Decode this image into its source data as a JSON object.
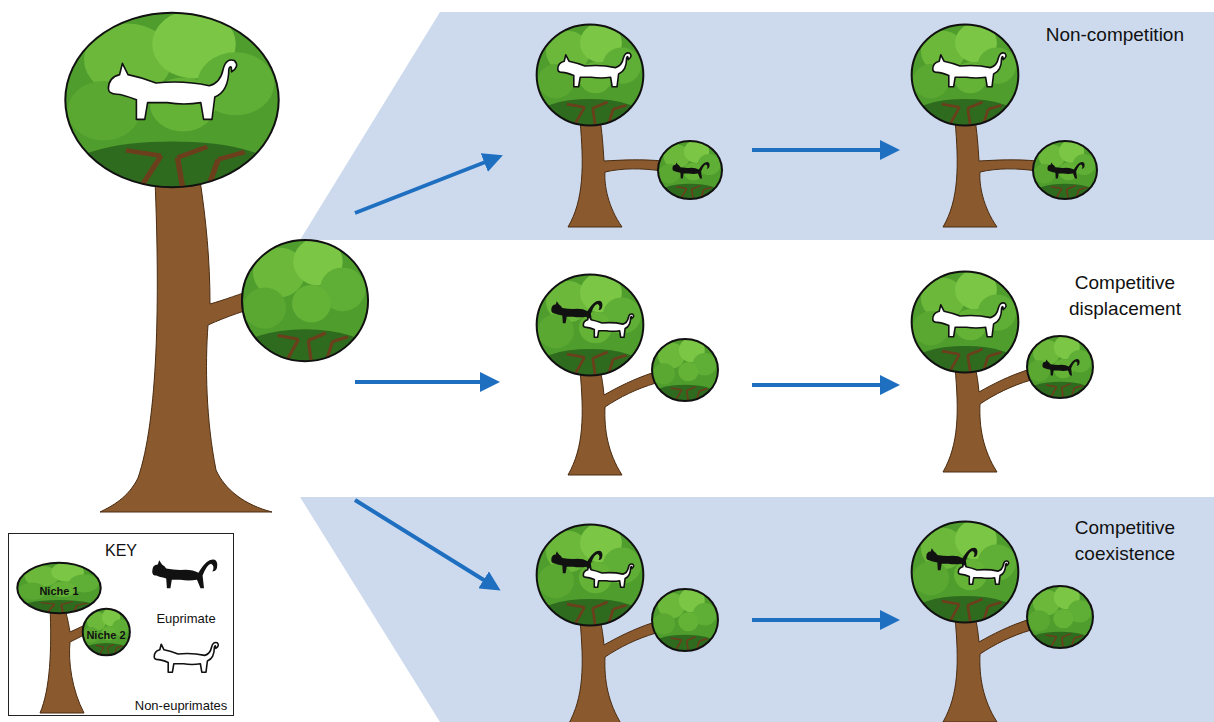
{
  "diagram": {
    "nodes": [
      {
        "text": [
          "Non-competition"
        ]
      },
      {
        "text": [
          "Competitive coexistence"
        ]
      },
      {
        "text": [
          "KEY"
        ]
      },
      {
        "text": [
          "Niche 1"
        ],
        "in": 2
      },
      {
        "text": [
          "Niche 2"
        ],
        "in": 2
      }
    ],
    "labels": [
      "Competitive displacement"
    ],
    "legend": [
      {
        "text": "Euprimate"
      },
      {
        "text": "Non-euprimates"
      }
    ]
  }
}
